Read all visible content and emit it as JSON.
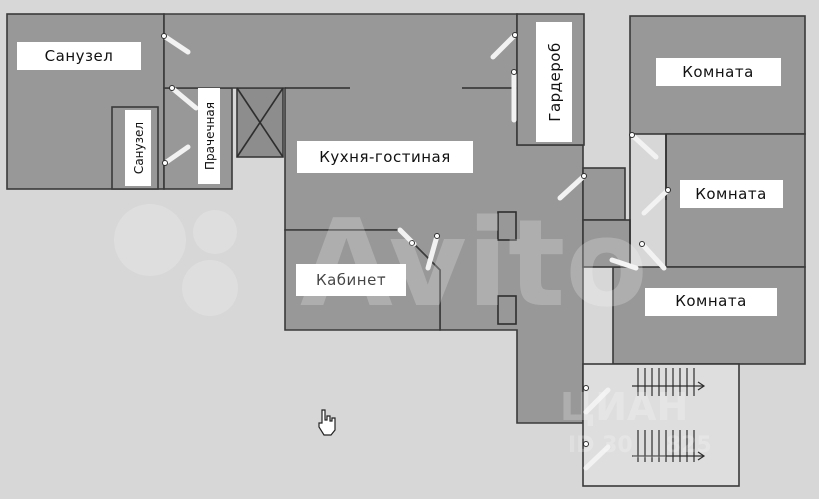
{
  "plan": {
    "rooms": {
      "bathroom_main": "Санузел",
      "bathroom_small": "Санузел",
      "laundry": "Прачечная",
      "kitchen_living": "Кухня-гостиная",
      "wardrobe": "Гардероб",
      "study": "Кабинет",
      "room_top": "Комната",
      "room_middle": "Комната",
      "room_bottom": "Комната"
    },
    "watermarks": {
      "avito": "Avito",
      "cian": "ЦИАН",
      "listing_number": "ID 30___825"
    }
  }
}
